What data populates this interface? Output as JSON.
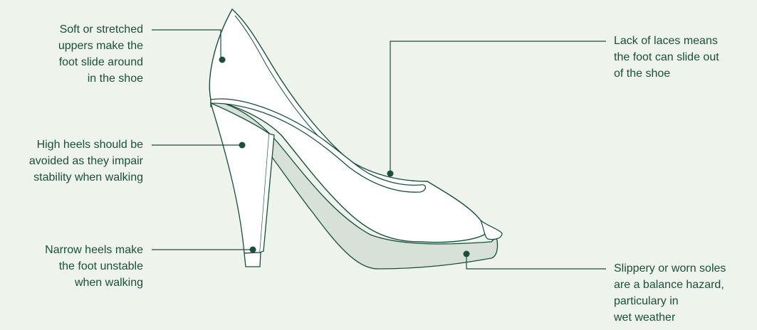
{
  "colors": {
    "background": "#eef3ec",
    "text": "#1a4f3c",
    "line": "#1a4f3c",
    "shoe_fill": "#ffffff",
    "sole_fill": "#d7e1d8",
    "dot": "#1a4f3c"
  },
  "annotations": {
    "uppers": "Soft or stretched\nuppers make the\nfoot slide around\nin the shoe",
    "high_heels": "High heels should be\navoided as they impair\nstability when walking",
    "narrow_heels": "Narrow heels make\nthe foot unstable\nwhen walking",
    "laces": "Lack of laces means\nthe foot can slide out\nof the shoe",
    "soles": "Slippery or worn soles\nare a balance hazard,\nparticulary in\nwet weather"
  }
}
